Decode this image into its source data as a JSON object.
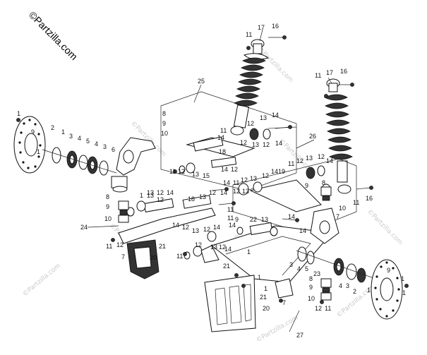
{
  "watermark": {
    "brand": "©Partzilla.com",
    "faint": "©Partzilla.com"
  },
  "callouts": [
    "1",
    "2",
    "3",
    "4",
    "5",
    "6",
    "7",
    "8",
    "9",
    "10",
    "11",
    "12",
    "13",
    "14",
    "15",
    "16",
    "17",
    "18",
    "19",
    "20",
    "21",
    "22",
    "23",
    "24",
    "25",
    "26",
    "27"
  ]
}
